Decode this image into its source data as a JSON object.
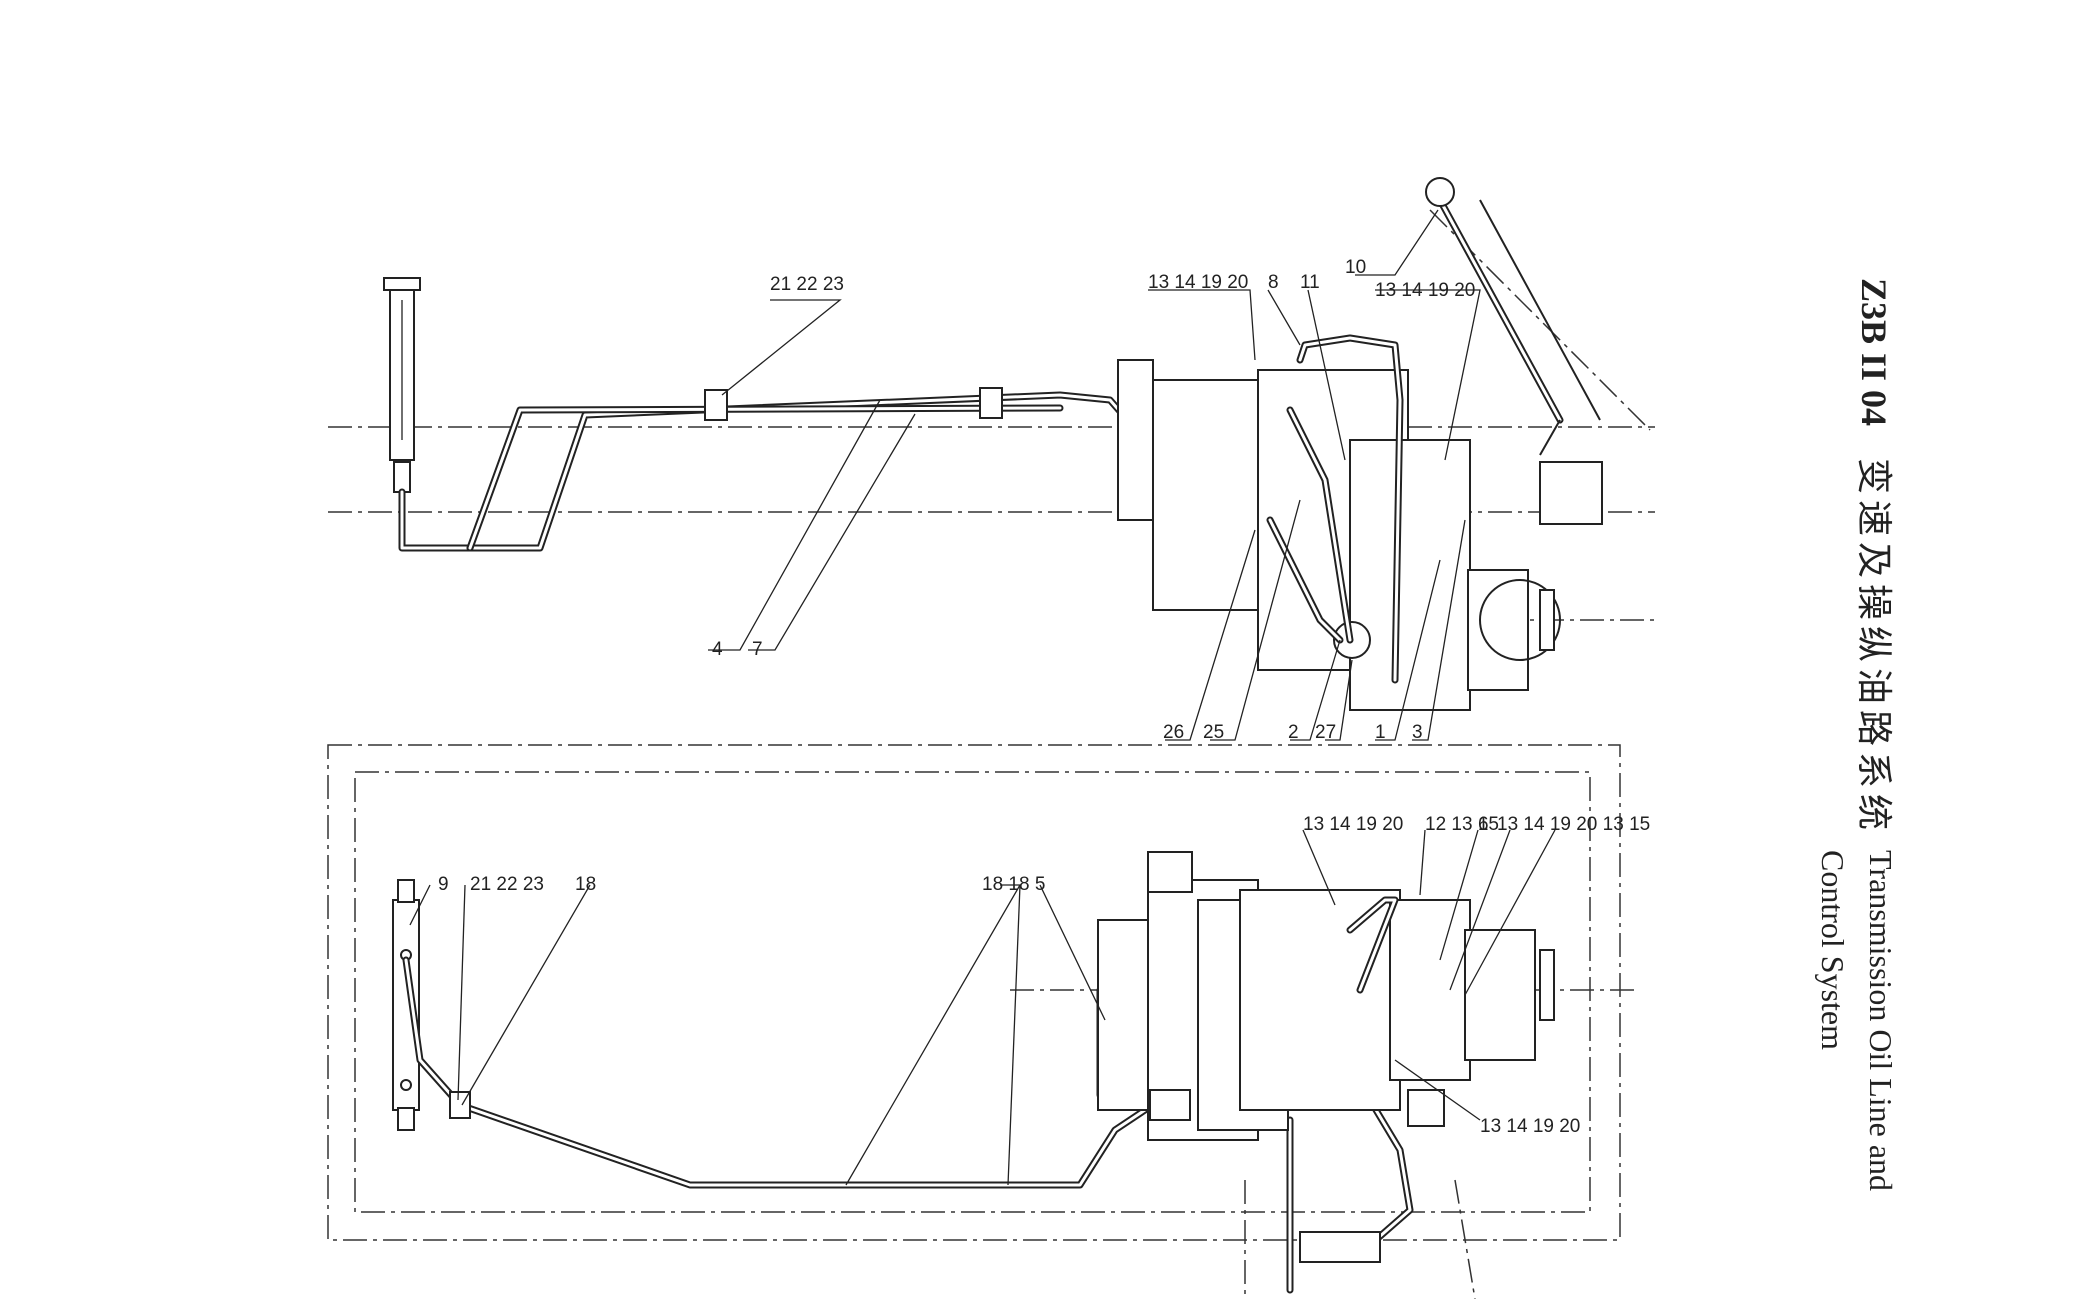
{
  "title": {
    "code": "Z3B II 04",
    "chinese": "变速及操纵油路系统",
    "english_line1": "Transmission Oil Line and",
    "english_line2": "Control System"
  },
  "callouts": {
    "top_21_22_23": "21 22 23",
    "top_13_14_19_20_a": "13 14 19 20",
    "top_8": "8",
    "top_11": "11",
    "top_10": "10",
    "top_13_14_19_20_b": "13 14 19 20",
    "top_4": "4",
    "top_7": "7",
    "top_26": "26",
    "top_25": "25",
    "top_2": "2",
    "top_27": "27",
    "top_1": "1",
    "top_3": "3",
    "bot_13_14_19_20_a": "13 14 19 20",
    "bot_12_13_15": "12 13 15",
    "bot_6": "6",
    "bot_13_14_19_20_13_15": "13 14 19 20 13 15",
    "bot_9": "9",
    "bot_21_22_23": "21 22 23",
    "bot_18_a": "18",
    "bot_18_18_5": "18 18 5",
    "bot_13_14_19_20_b": "13 14 19 20"
  }
}
